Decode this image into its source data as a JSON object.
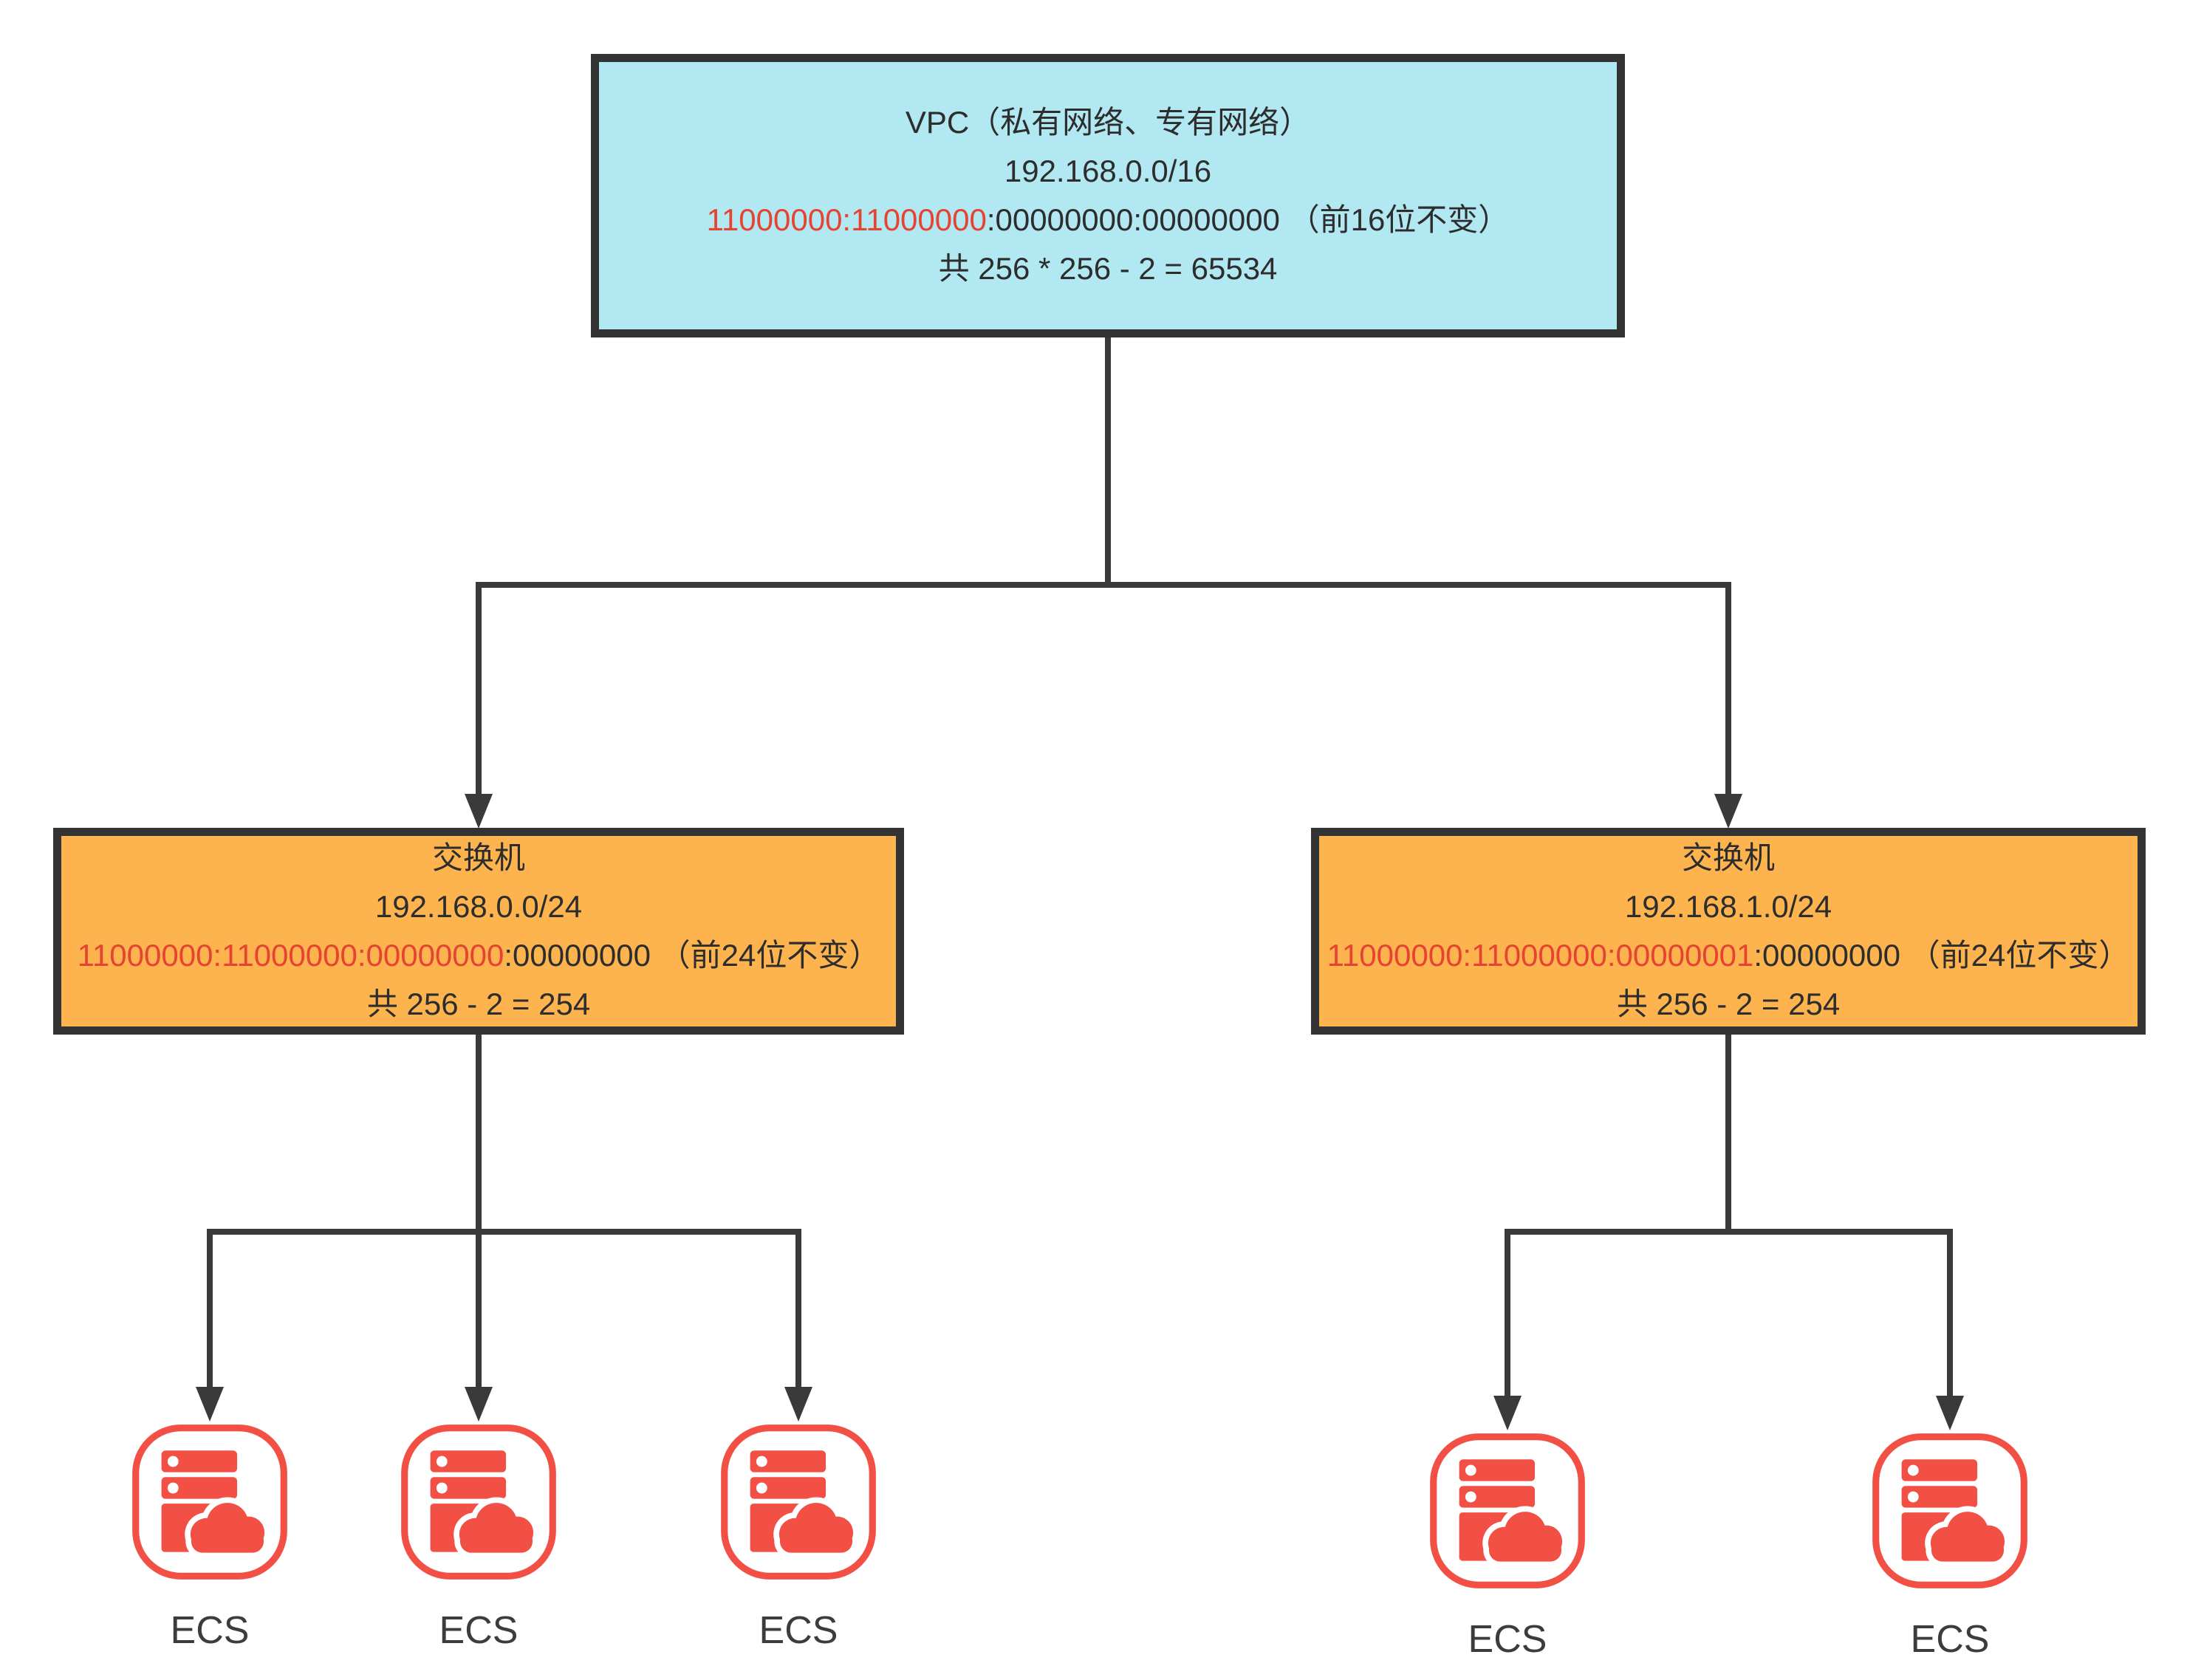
{
  "diagram": {
    "type": "network-topology-tree",
    "colors": {
      "background": "#FFFFFF",
      "vpc_fill": "#B2E8F1",
      "switch_fill": "#FDB44E",
      "node_border": "#333333",
      "connector": "#3A3A3A",
      "highlight_red": "#E64333",
      "icon_red": "#F25045",
      "box_text": "#2D2D2D",
      "label_text": "#3C3C3C"
    }
  },
  "nodes": {
    "vpc": {
      "title": "VPC（私有网络、专有网络）",
      "cidr": "192.168.0.0/16",
      "binary_fixed": "11000000:11000000",
      "binary_rest": ":00000000:00000000 （前16位不变）",
      "host_count": "共 256 * 256 - 2 = 65534"
    },
    "switch_left": {
      "title": "交换机",
      "cidr": "192.168.0.0/24",
      "binary_fixed": "11000000:11000000:00000000",
      "binary_rest": ":00000000 （前24位不变）",
      "host_count": "共 256 - 2 = 254"
    },
    "switch_right": {
      "title": "交换机",
      "cidr": "192.168.1.0/24",
      "binary_fixed": "11000000:11000000:00000001",
      "binary_rest": ":00000000 （前24位不变）",
      "host_count": "共 256 - 2 = 254"
    }
  },
  "ecs": {
    "label": "ECS",
    "icon": "ecs-server-cloud-icon",
    "left_group_count": 3,
    "right_group_count": 2
  }
}
